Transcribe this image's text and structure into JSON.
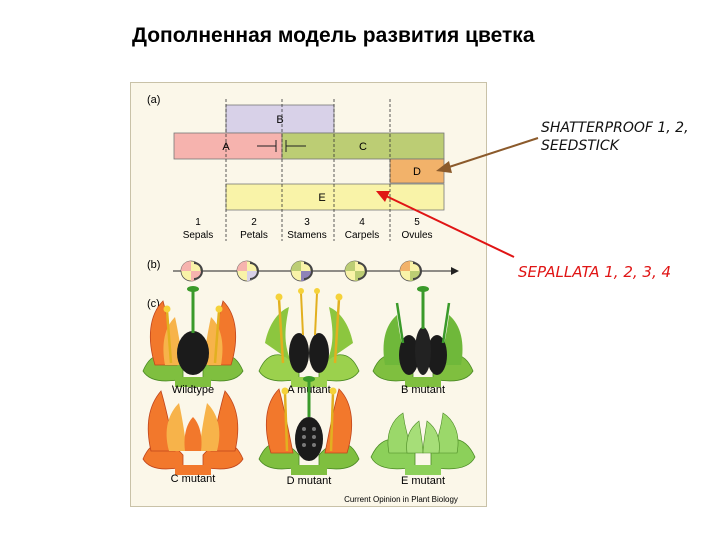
{
  "slide": {
    "title": "Дополненная модель развития цветка"
  },
  "figure": {
    "panel_a": "(a)",
    "panel_b": "(b)",
    "panel_c": "(c)",
    "bars": {
      "A": "A",
      "B": "B",
      "C": "C",
      "D": "D",
      "E": "E"
    },
    "whorls": [
      {
        "number": "1",
        "organ": "Sepals"
      },
      {
        "number": "2",
        "organ": "Petals"
      },
      {
        "number": "3",
        "organ": "Stamens"
      },
      {
        "number": "4",
        "organ": "Carpels"
      },
      {
        "number": "5",
        "organ": "Ovules"
      }
    ],
    "mutants": [
      "Wildtype",
      "A mutant",
      "B mutant",
      "C mutant",
      "D mutant",
      "E mutant"
    ],
    "source": "Current Opinion in Plant Biology"
  },
  "annotations": {
    "d_class_line1": "SHATTERPROOF 1, 2,",
    "d_class_line2": "SEEDSTICK",
    "e_class": "SEPALLATA 1, 2, 3, 4"
  },
  "colors": {
    "A_bar": "#f6b3ae",
    "B_bar": "#d8d1e8",
    "C_bar": "#bccd74",
    "D_bar": "#f2b26a",
    "E_bar": "#f9f3a8",
    "d_arrow": "#8b5a2b",
    "e_arrow": "#e01515"
  }
}
